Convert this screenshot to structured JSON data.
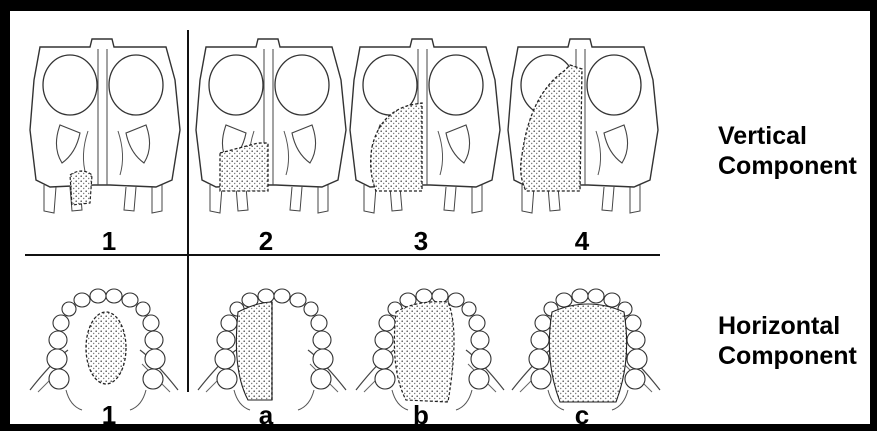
{
  "figure": {
    "vertical_label": [
      "Vertical",
      "Component"
    ],
    "horizontal_label": [
      "Horizontal",
      "Component"
    ],
    "vertical_panels": [
      "1",
      "2",
      "3",
      "4"
    ],
    "horizontal_panels": [
      "1",
      "a",
      "b",
      "c"
    ]
  }
}
